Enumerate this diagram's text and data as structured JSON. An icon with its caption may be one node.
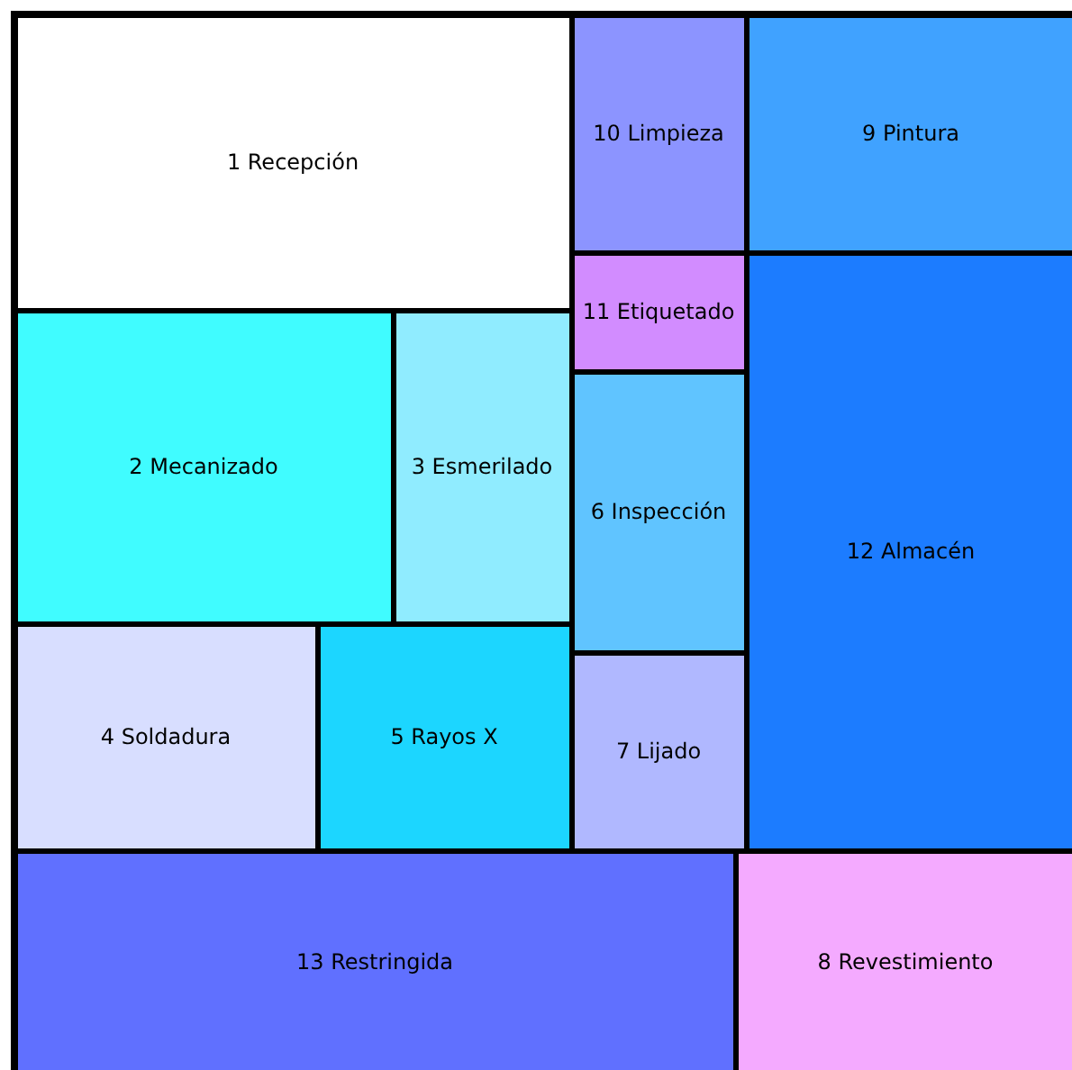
{
  "diagram": {
    "nodes": [
      {
        "text": [
          "1 Recepción"
        ]
      },
      {
        "text": [
          "10 Limpieza"
        ]
      },
      {
        "text": [
          "9 Pintura"
        ]
      },
      {
        "text": [
          "11 Etiquetado"
        ]
      },
      {
        "text": [
          "12 Almacén"
        ]
      },
      {
        "text": [
          "2 Mecanizado"
        ]
      },
      {
        "text": [
          "3 Esmerilado"
        ]
      },
      {
        "text": [
          "6 Inspección"
        ]
      },
      {
        "text": [
          "4 Soldadura"
        ]
      },
      {
        "text": [
          "5 Rayos X"
        ]
      },
      {
        "text": [
          "7 Lijado"
        ]
      },
      {
        "text": [
          "13 Restringida"
        ]
      },
      {
        "text": [
          "8 Revestimiento"
        ]
      }
    ]
  }
}
